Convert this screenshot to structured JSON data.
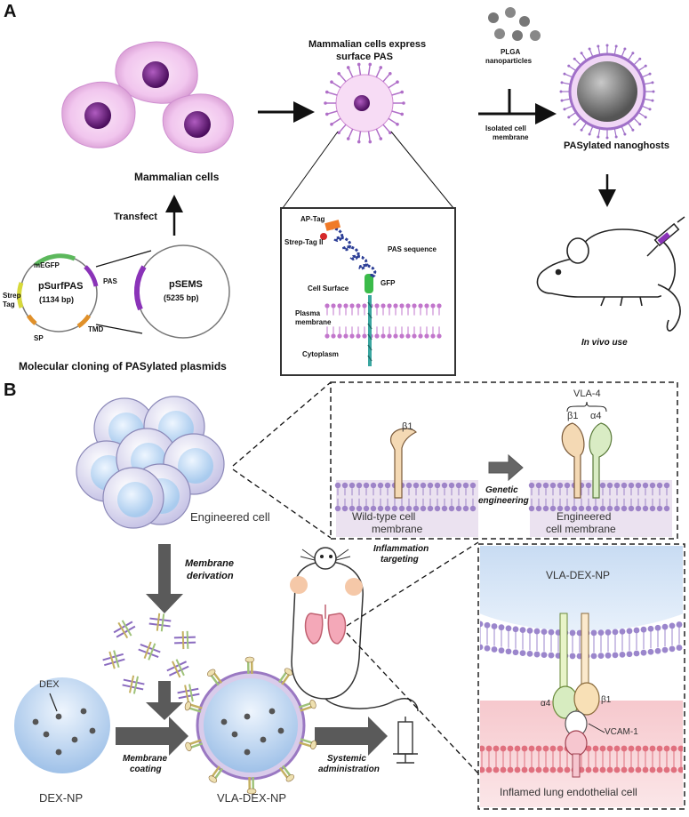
{
  "panel_a": {
    "letter": "A",
    "mammalian_cells_label": "Mammalian cells",
    "transfect_label": "Transfect",
    "surface_pas_title_line1": "Mammalian cells express",
    "surface_pas_title_line2": "surface PAS",
    "plga_line1": "PLGA",
    "plga_line2": "nanoparticles",
    "isolated_line1": "Isolated cell",
    "isolated_line2": "membrane",
    "nanoghosts_label": "PASylated nanoghosts",
    "invivo_label": "In vivo use",
    "plasmid_small": {
      "name": "pSurfPAS",
      "size": "(1134 bp)",
      "segments": [
        "mEGFP",
        "PAS",
        "Strep Tag",
        "TMD",
        "SP"
      ]
    },
    "plasmid_large": {
      "name": "pSEMS",
      "size": "(5235 bp)"
    },
    "cloning_label": "Molecular cloning of PASylated plasmids",
    "inset": {
      "ap_tag": "AP-Tag",
      "strep_tag": "Strep-Tag II",
      "pas_sequence": "PAS sequence",
      "cell_surface": "Cell Surface",
      "gfp": "GFP",
      "plasma_line1": "Plasma",
      "plasma_line2": "membrane",
      "cytoplasm": "Cytoplasm"
    }
  },
  "panel_b": {
    "letter": "B",
    "engineered_cell": "Engineered cell",
    "membrane_derivation_line1": "Membrane",
    "membrane_derivation_line2": "derivation",
    "dex": "DEX",
    "dex_np": "DEX-NP",
    "membrane_coating_line1": "Membrane",
    "membrane_coating_line2": "coating",
    "vla_dex_np": "VLA-DEX-NP",
    "systemic_line1": "Systemic",
    "systemic_line2": "administration",
    "inflammation_line1": "Inflammation",
    "inflammation_line2": "targeting",
    "box1": {
      "vla4": "VLA-4",
      "beta1": "β1",
      "alpha4": "α4",
      "genetic_line1": "Genetic",
      "genetic_line2": "engineering",
      "wild_line1": "Wild-type cell",
      "wild_line2": "membrane",
      "eng_line1": "Engineered",
      "eng_line2": "cell membrane"
    },
    "box2": {
      "vla_dex_np": "VLA-DEX-NP",
      "alpha4": "α4",
      "beta1": "β1",
      "vcam": "VCAM-1",
      "inflamed": "Inflamed lung endothelial cell"
    }
  },
  "colors": {
    "cell_pink": "#f1c6ee",
    "nucleus_purple": "#7a1a8c",
    "membrane_purple": "#9b5fb5",
    "membrane_bead": "#8a6bbf",
    "pink_bead": "#e07a8a",
    "nanoparticle_blue": "#b9d3ee",
    "arrow_gray": "#555555"
  }
}
